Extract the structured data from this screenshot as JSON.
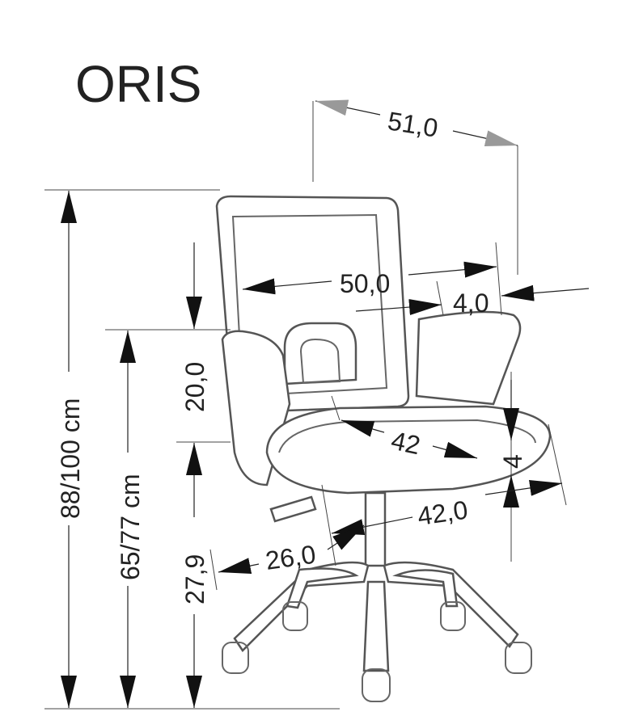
{
  "title": "ORIS",
  "dimensions": {
    "depth_total": "51,0",
    "backrest_width": "50,0",
    "backrest_thickness": "4,0",
    "backrest_height": "20,0",
    "seat_depth": "42",
    "seat_thickness": "4",
    "seat_width": "42,0",
    "base_radius": "26,0",
    "seat_to_floor_min": "27,9",
    "seat_height": "65/77 cm",
    "total_height": "88/100 cm"
  }
}
